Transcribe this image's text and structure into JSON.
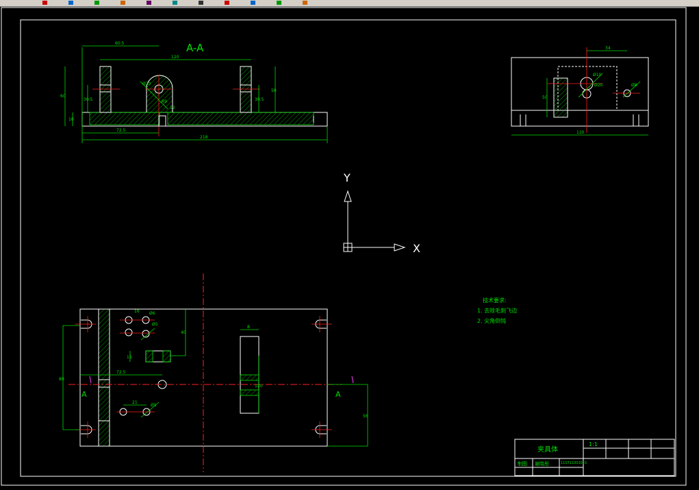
{
  "colors": {
    "background": "#000000",
    "outline": "#ffffff",
    "dimension": "#00e000",
    "centerline": "#ff2020",
    "toolbar": "#d4d0c8"
  },
  "toolbar_icons": [
    "new-icon",
    "open-icon",
    "save-icon",
    "print-icon",
    "cut-icon",
    "copy-icon",
    "paste-icon",
    "undo-icon",
    "redo-icon",
    "zoom-icon",
    "layer-icon"
  ],
  "section_view": {
    "title": "A-A",
    "dims": {
      "top_left": "60.5",
      "top_mid": "120",
      "left_h": "60",
      "left_h2": "30.5",
      "left_small": "10",
      "right_h": "30.5",
      "right_h2": "50",
      "hole_d": "Ø20",
      "hole_r": "R9",
      "hole_w": "12",
      "bot_left": "72.5",
      "bot_total": "218"
    }
  },
  "side_view": {
    "dims": {
      "top": "34",
      "left_h": "50",
      "hole_a": "Ø10",
      "hole_b": "Ø20",
      "hole_c": "Ø8",
      "bottom": "120"
    }
  },
  "plan_view": {
    "section_mark_left": "A",
    "section_mark_right": "A",
    "dims": {
      "d1": "16",
      "d2": "Ø6",
      "d3": "Ø5",
      "d4": "15",
      "d5": "40",
      "d6": "72.5",
      "d7": "8",
      "d8": "120",
      "d9": "21",
      "d10": "Ø5",
      "d11": "56",
      "d12": "80"
    }
  },
  "ucs": {
    "y_label": "Y",
    "x_label": "X"
  },
  "notes": {
    "heading": "技术要求:",
    "items": [
      "1. 去除毛刺飞边",
      "2. 尖角倒钝"
    ]
  },
  "title_block": {
    "name": "夹具体",
    "scale": "1:1",
    "role": "制图",
    "person": "谢晓彤",
    "code": "110711003015"
  }
}
